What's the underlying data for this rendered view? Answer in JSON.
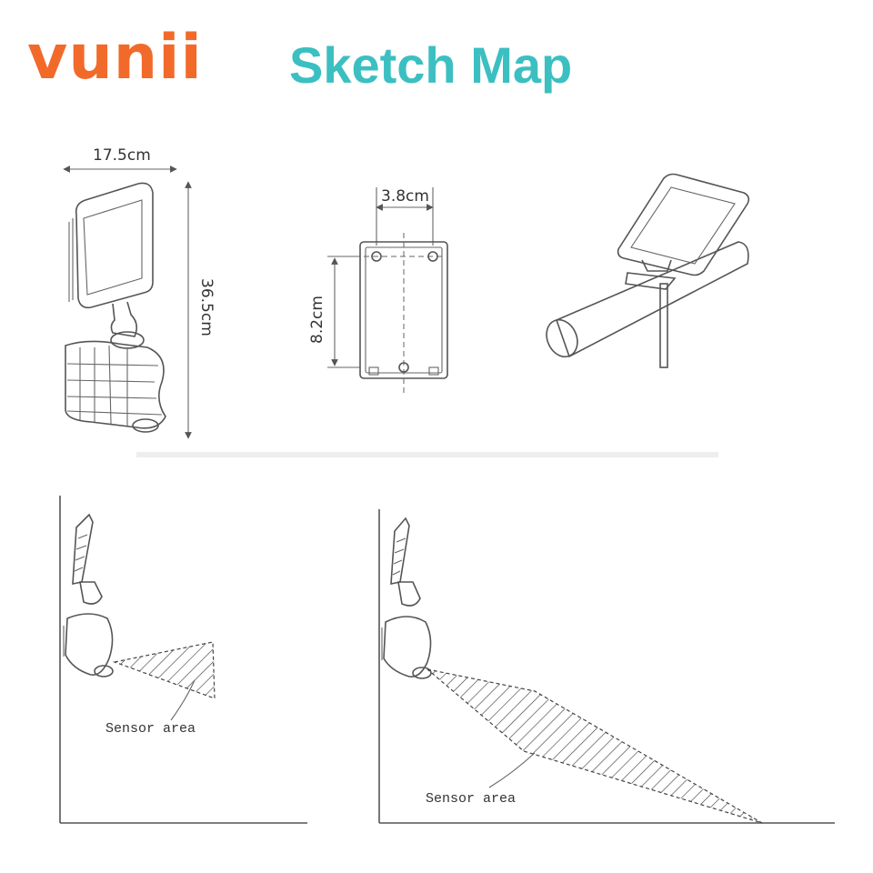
{
  "brand": {
    "logo": "vunii",
    "logo_color": "#f26a2a"
  },
  "title": {
    "text": "Sketch Map",
    "color": "#3cbfc1"
  },
  "dimensions": {
    "width": "17.5cm",
    "height": "36.5cm",
    "hole_spacing": "3.8cm",
    "plate_height": "8.2cm"
  },
  "sensor_diagrams": {
    "left_label": "Sensor area",
    "right_label": "Sensor area"
  }
}
